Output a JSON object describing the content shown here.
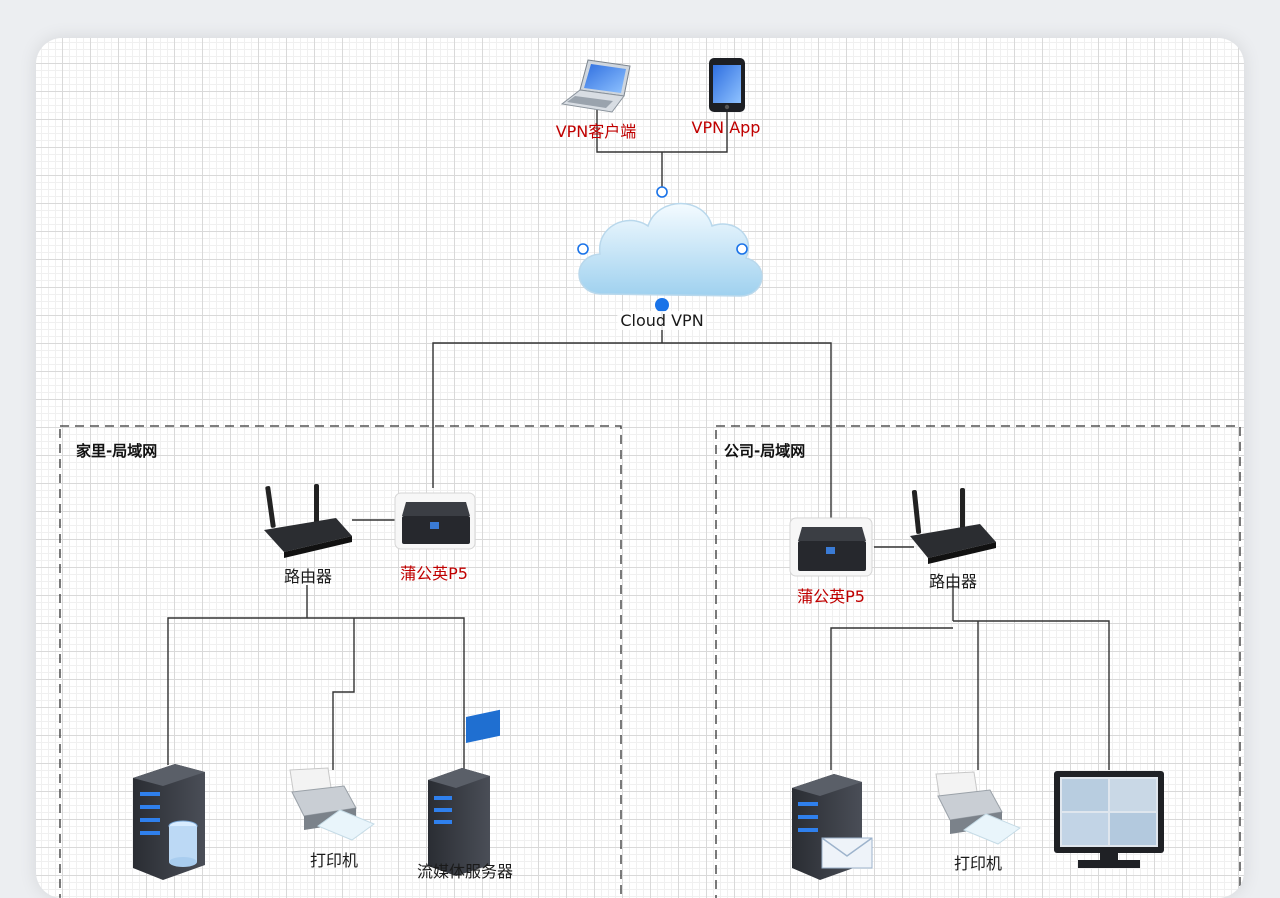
{
  "remote": {
    "laptop_label": "VPN客户端",
    "phone_label": "VPN App"
  },
  "cloud": {
    "label": "Cloud VPN"
  },
  "home": {
    "title": "家里-局域网",
    "router_label": "路由器",
    "gateway_label": "蒲公英P5",
    "printer_label": "打印机",
    "media_server_label": "流媒体服务器"
  },
  "office": {
    "title": "公司-局域网",
    "router_label": "路由器",
    "gateway_label": "蒲公英P5",
    "printer_label": "打印机"
  },
  "colors": {
    "accent_red": "#c00000",
    "connector_blue": "#1a73e8",
    "line": "#333333"
  }
}
